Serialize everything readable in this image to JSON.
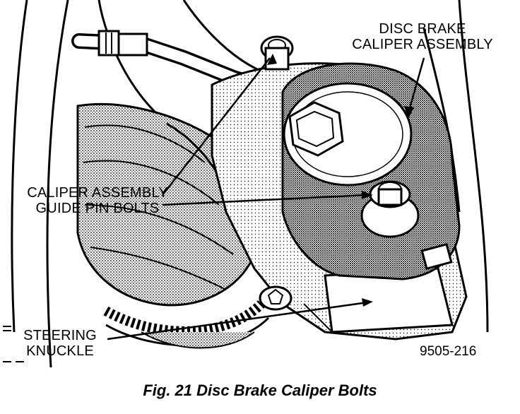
{
  "labels": {
    "caliper_assembly": [
      "DISC BRAKE",
      "CALIPER ASSEMBLY"
    ],
    "guide_pin_bolts": [
      "CALIPER ASSEMBLY",
      "GUIDE PIN BOLTS"
    ],
    "steering_knuckle": [
      "STEERING",
      "KNUCKLE"
    ]
  },
  "figure_code": "9505-216",
  "caption": "Fig. 21 Disc Brake Caliper Bolts"
}
